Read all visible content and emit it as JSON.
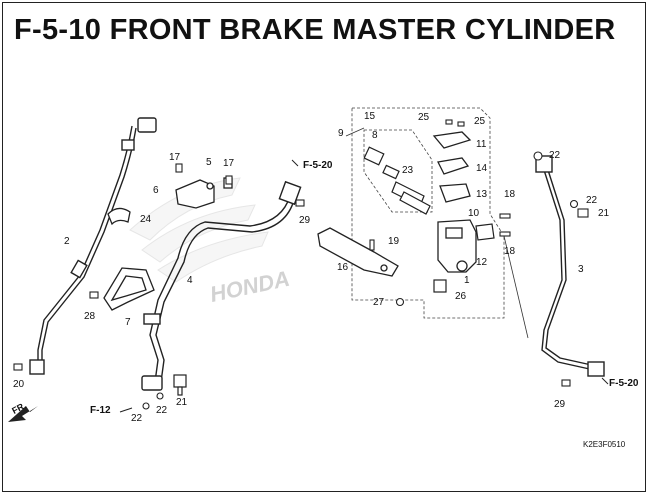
{
  "title": "F-5-10  FRONT BRAKE MASTER CYLINDER",
  "diagram_code": "K2E3F0510",
  "brand_watermark": "HONDA",
  "front_indicator": "FR.",
  "references": {
    "f5_20_top": "F-5-20",
    "f5_20_right": "F-5-20",
    "f12": "F-12"
  },
  "parts": {
    "p1": "1",
    "p2": "2",
    "p3": "3",
    "p4": "4",
    "p5": "5",
    "p6": "6",
    "p7": "7",
    "p8": "8",
    "p9": "9",
    "p10": "10",
    "p11": "11",
    "p12": "12",
    "p13": "13",
    "p14": "14",
    "p15": "15",
    "p16": "16",
    "p17a": "17",
    "p17b": "17",
    "p18a": "18",
    "p18b": "18",
    "p19": "19",
    "p20": "20",
    "p21a": "21",
    "p21b": "21",
    "p22a": "22",
    "p22b": "22",
    "p22c": "22",
    "p22d": "22",
    "p23": "23",
    "p24": "24",
    "p25a": "25",
    "p25b": "25",
    "p26": "26",
    "p27": "27",
    "p28": "28",
    "p29a": "29",
    "p29b": "29"
  }
}
